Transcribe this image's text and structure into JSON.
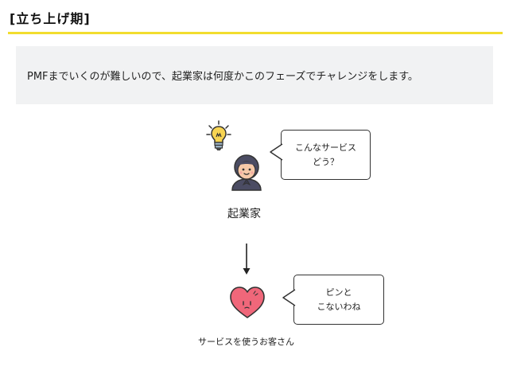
{
  "slide": {
    "title": "[立ち上げ期]",
    "banner_text": "PMFまでいくのが難しいので、起業家は何度かこのフェーズでチャレンジをします。"
  },
  "entrepreneur": {
    "label": "起業家",
    "bubble_line1": "こんなサービス",
    "bubble_line2": "どう？"
  },
  "customer": {
    "label": "サービスを使うお客さん",
    "bubble_line1": "ピンと",
    "bubble_line2": "こないわね"
  },
  "colors": {
    "accent_rule": "#f2dd2e",
    "banner_bg": "#f1f2f3",
    "heart": "#f0677a",
    "bulb": "#f7d452"
  },
  "icons": [
    "lightbulb-icon",
    "entrepreneur-avatar-icon",
    "heart-face-icon",
    "down-arrow-icon"
  ]
}
